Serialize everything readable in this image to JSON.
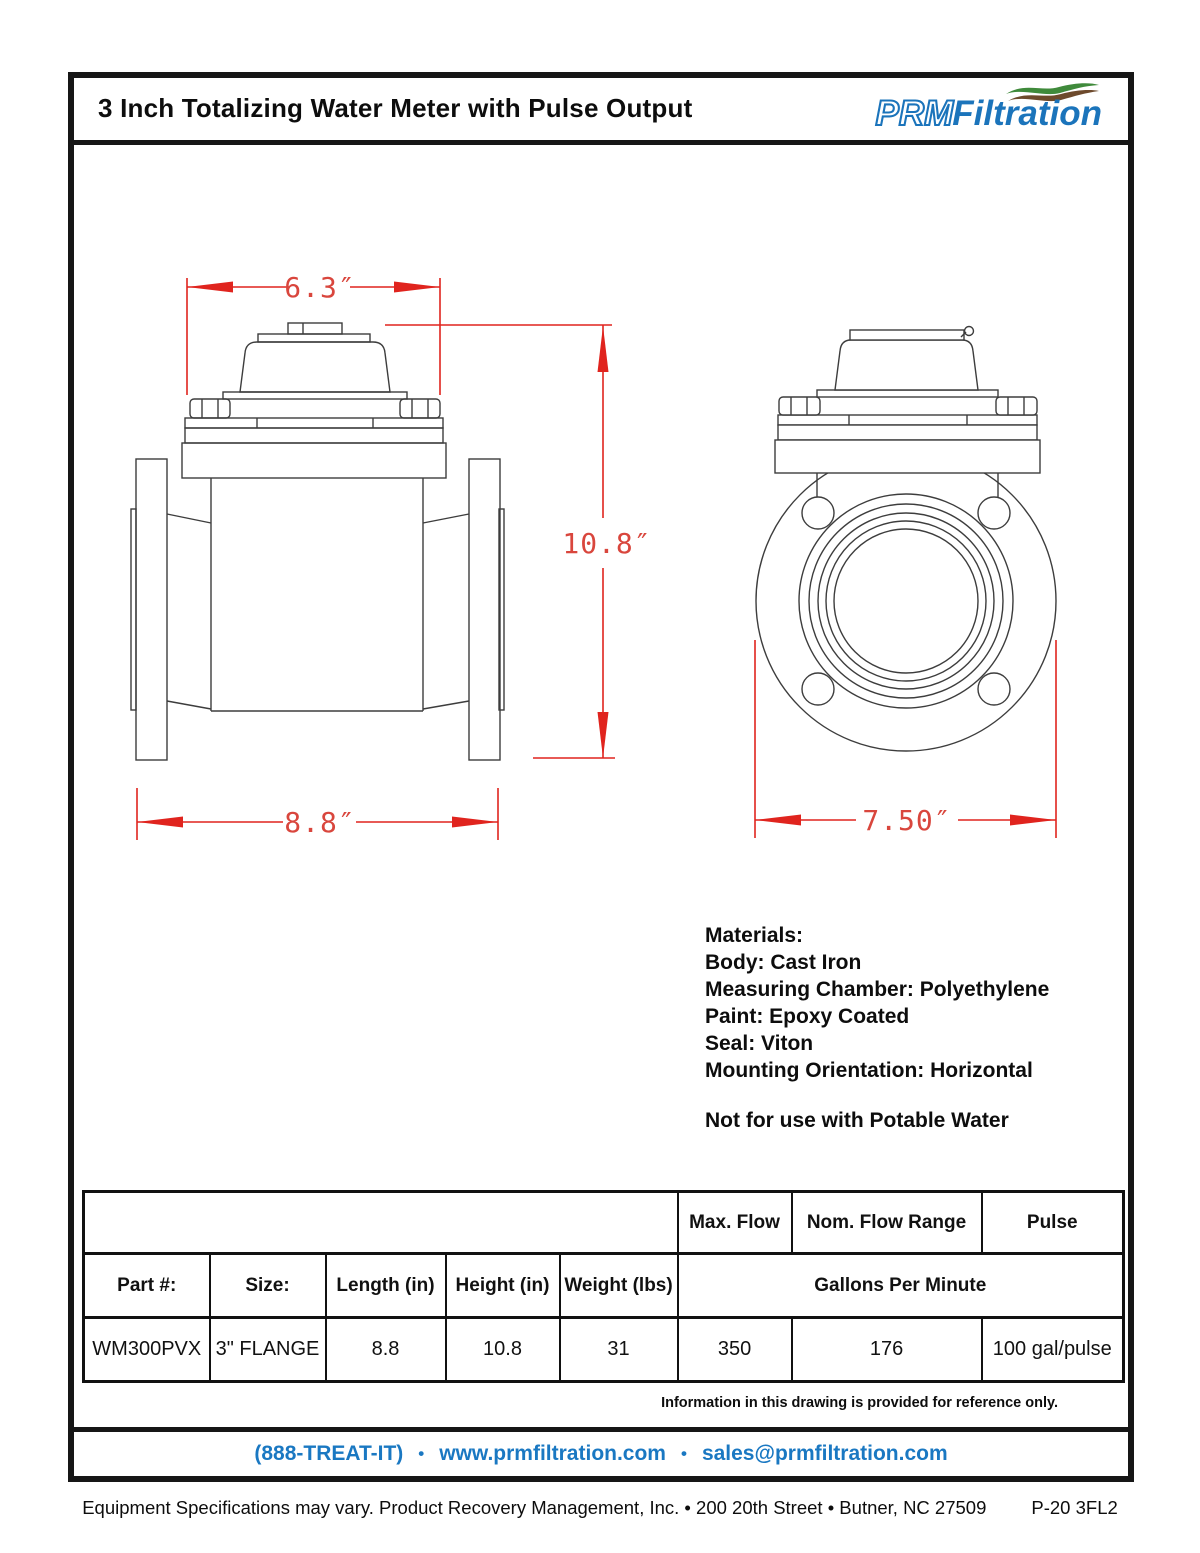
{
  "header": {
    "title": "3 Inch Totalizing Water Meter with Pulse Output",
    "logo": {
      "prm": "PRM",
      "filtration": "Filtration"
    }
  },
  "drawing": {
    "dim_register_width": "6.3″",
    "dim_height": "10.8″",
    "dim_length": "8.8″",
    "dim_flange_diameter": "7.50″"
  },
  "materials": {
    "heading": "Materials:",
    "lines": [
      "Body: Cast Iron",
      "Measuring Chamber: Polyethylene",
      "Paint: Epoxy Coated",
      "Seal: Viton",
      "Mounting Orientation: Horizontal"
    ],
    "note": "Not for use with Potable Water"
  },
  "spec_table": {
    "flow_headers": {
      "max_flow": "Max. Flow",
      "nom_flow_range": "Nom. Flow Range",
      "pulse": "Pulse"
    },
    "column_headers": {
      "part": "Part #:",
      "size": "Size:",
      "length": "Length (in)",
      "height": "Height (in)",
      "weight": "Weight (lbs)",
      "gpm": "Gallons Per Minute"
    },
    "row": {
      "part": "WM300PVX",
      "size": "3\" FLANGE",
      "length": "8.8",
      "height": "10.8",
      "weight": "31",
      "max_flow": "350",
      "nom_flow_range": "176",
      "pulse": "100 gal/pulse"
    }
  },
  "reference_note": "Information in this drawing is provided for reference only.",
  "contact": {
    "phone": "(888-TREAT-IT)",
    "separator": "•",
    "website": "www.prmfiltration.com",
    "email": "sales@prmfiltration.com"
  },
  "footer": {
    "text": "Equipment Specifications may vary. Product Recovery Management, Inc. • 200 20th Street • Butner, NC  27509",
    "doc_code": "P-20 3FL2"
  },
  "colors": {
    "dimension_red": "#e0241e",
    "brand_blue": "#1b74bb",
    "logo_green": "#3f8a3b",
    "logo_brown": "#6d4a2c"
  }
}
